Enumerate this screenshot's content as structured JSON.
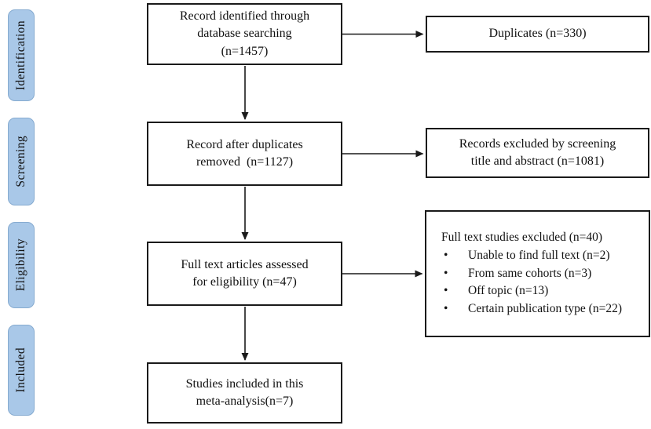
{
  "figure": {
    "background": "#ffffff",
    "stage_fill": "#a9c8e8",
    "stage_border": "#86abd0",
    "line_color": "#1a1a1a",
    "bullet_glyph": "•"
  },
  "sidebar": {
    "stages": [
      {
        "label": "Identification"
      },
      {
        "label": "Screening"
      },
      {
        "label": "Eligibility"
      },
      {
        "label": "Included"
      }
    ]
  },
  "flow": {
    "main_boxes": [
      {
        "lines": [
          "Record identified through",
          "database searching",
          "(n=1457)"
        ]
      },
      {
        "lines": [
          "Record after duplicates",
          "removed  (n=1127)"
        ]
      },
      {
        "lines": [
          "Full text articles assessed",
          "for eligibility (n=47)"
        ]
      },
      {
        "lines": [
          "Studies included in this",
          "meta-analysis(n=7)"
        ]
      }
    ],
    "side_boxes": [
      {
        "lines": [
          "Duplicates (n=330)"
        ]
      },
      {
        "lines": [
          "Records excluded by screening",
          "title and abstract (n=1081)"
        ]
      },
      {
        "title": "Full text studies excluded (n=40)",
        "bullets": [
          "Unable to find full text (n=2)",
          "From same cohorts (n=3)",
          "Off topic (n=13)",
          "Certain publication type (n=22)"
        ]
      }
    ]
  }
}
